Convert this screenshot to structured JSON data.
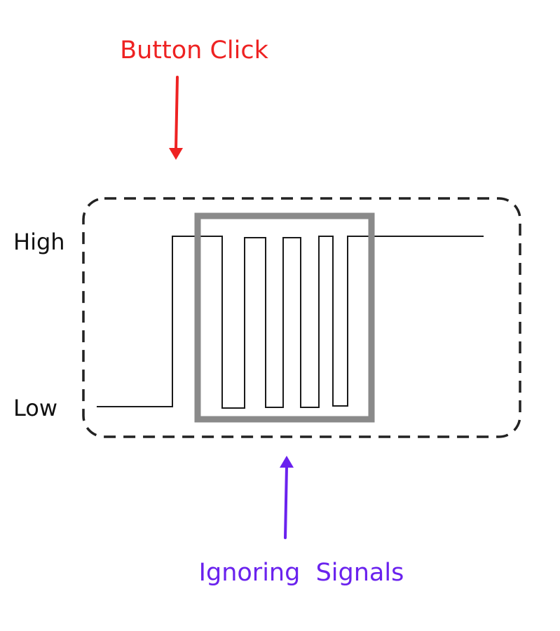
{
  "annotations": {
    "button_click": {
      "text": "Button Click",
      "color": "#ee2222"
    },
    "ignoring_signals": {
      "text": "Ignoring  Signals",
      "color": "#6a22ee"
    }
  },
  "axis_labels": {
    "high": "High",
    "low": "Low"
  },
  "colors": {
    "signal": "#1a1a1a",
    "frame": "#222222",
    "debounce_box": "#8a8a8a"
  }
}
